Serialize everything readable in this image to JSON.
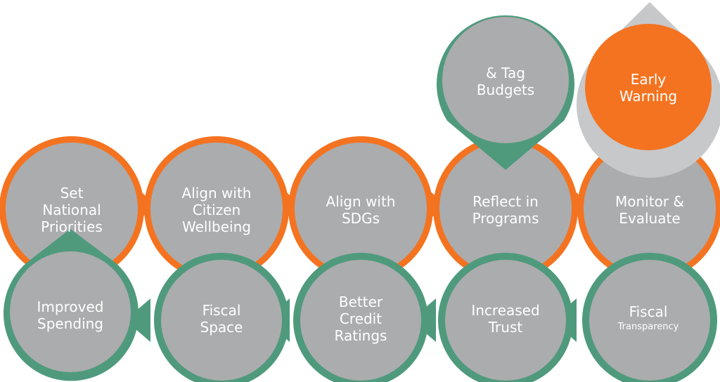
{
  "colors": {
    "orange": "#f47320",
    "teal": "#4f9a7d",
    "grey": "#abacae",
    "light_grey": "#c7c8ca",
    "text": "#ffffff"
  },
  "top_row": [
    {
      "lines": [
        "Set",
        "National",
        "Priorities"
      ]
    },
    {
      "lines": [
        "Align with",
        "Citizen",
        "Wellbeing"
      ]
    },
    {
      "lines": [
        "Align with",
        "SDGs"
      ]
    },
    {
      "lines": [
        "Reflect in",
        "Programs"
      ]
    },
    {
      "lines": [
        "Monitor &",
        "Evaluate"
      ]
    }
  ],
  "bottom_row": [
    {
      "lines": [
        "Improved",
        "Spending"
      ]
    },
    {
      "lines": [
        "Fiscal",
        "Space"
      ]
    },
    {
      "lines": [
        "Better",
        "Credit",
        "Ratings"
      ]
    },
    {
      "lines": [
        "Increased",
        "Trust"
      ]
    },
    {
      "lines": [
        "Fiscal"
      ],
      "sub": "Transparency"
    }
  ],
  "callouts": [
    {
      "lines": [
        "& Tag",
        "Budgets"
      ],
      "style": "grey-on-teal"
    },
    {
      "lines": [
        "Early",
        "Warning"
      ],
      "style": "orange-on-grey"
    }
  ]
}
